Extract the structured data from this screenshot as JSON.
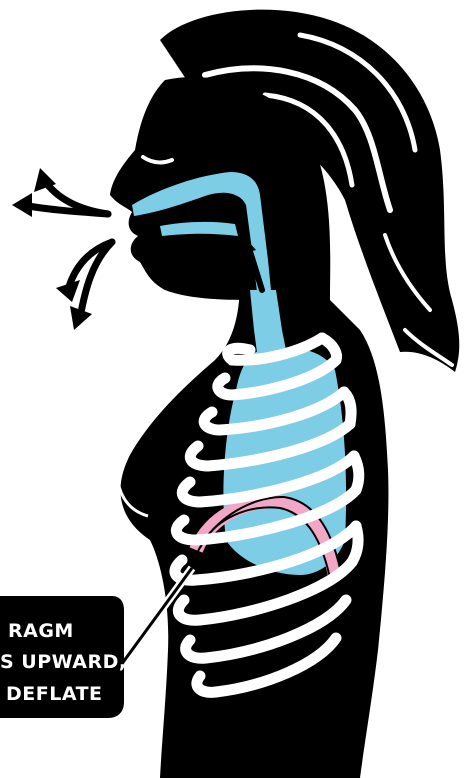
{
  "callout": {
    "lines": [
      "RAGM",
      "S UPWARD,",
      "DEFLATE"
    ]
  },
  "colors": {
    "background": "#ffffff",
    "silhouette": "#000000",
    "airway": "#7ecde6",
    "ribs": "#ffffff",
    "diaphragm": "#f2a7c6",
    "callout_box": "#000000",
    "callout_text": "#ffffff"
  },
  "icons": [
    "exhale-arrow-icon",
    "airflow-up-arrow-icon"
  ]
}
